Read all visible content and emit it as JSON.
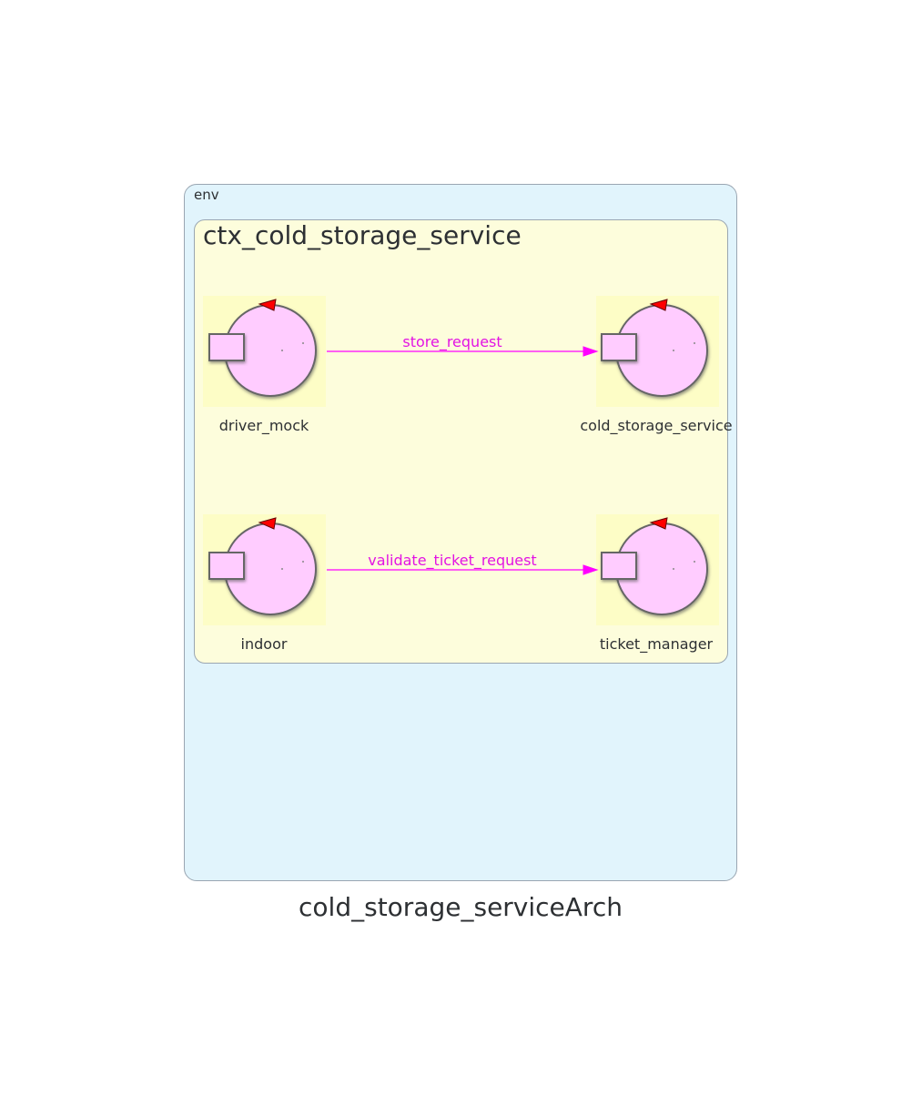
{
  "diagram": {
    "title": "cold_storage_serviceArch",
    "env_label": "env",
    "context_label": "ctx_cold_storage_service",
    "actors": [
      {
        "id": "driver_mock",
        "label": "driver_mock"
      },
      {
        "id": "cold_storage_service",
        "label": "cold_storage_service"
      },
      {
        "id": "indoor",
        "label": "indoor"
      },
      {
        "id": "ticket_manager",
        "label": "ticket_manager"
      }
    ],
    "edges": [
      {
        "from": "driver_mock",
        "to": "cold_storage_service",
        "label": "store_request"
      },
      {
        "from": "indoor",
        "to": "ticket_manager",
        "label": "validate_ticket_request"
      }
    ],
    "colors": {
      "env_fill": "#e1f4fc",
      "context_fill": "#fdfddc",
      "actor_fill": "#ffccff",
      "edge": "#ff00ff",
      "edge_label": "#e313e3",
      "marker": "#ff0000"
    },
    "icons": {
      "actor": "qactor-icon"
    }
  }
}
